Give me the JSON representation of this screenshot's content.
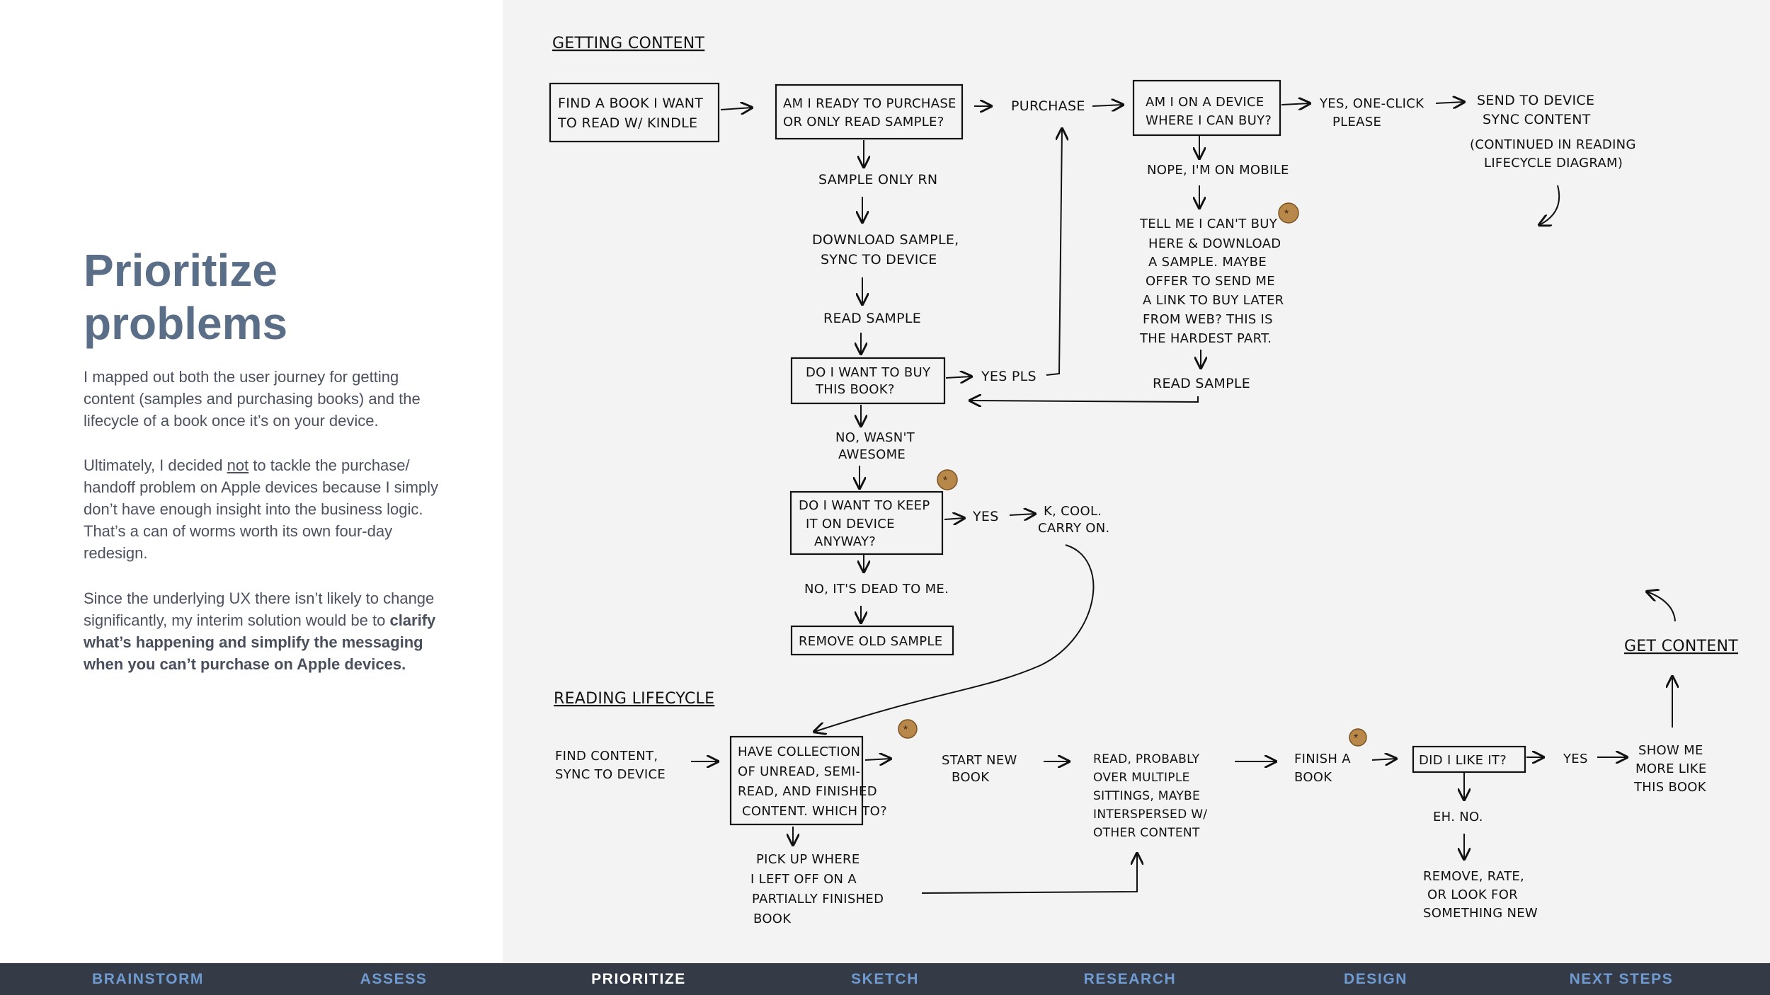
{
  "left": {
    "title": "Prioritize\nproblems",
    "p1": "I mapped out both the user journey for getting content (samples and purchasing books) and the lifecycle of a book once it’s on your device.",
    "p2_a": "Ultimately, I decided ",
    "p2_u": "not",
    "p2_b": " to tackle the purchase/ handoff problem on Apple devices because I simply don’t have enough insight into the business logic. That’s a can of worms worth its own four-day redesign.",
    "p3_a": "Since the underlying UX there isn’t likely to change significantly, my interim solution would be to ",
    "p3_b": "clarify what’s happening and simplify the messaging when you can’t purchase on Apple devices."
  },
  "diagram": {
    "getting_content_heading": "GETTING CONTENT",
    "reading_lifecycle_heading": "READING LIFECYCLE",
    "find_book": [
      "FIND A BOOK I WANT",
      "TO READ W/ KINDLE"
    ],
    "ready_to_purchase": [
      "AM I READY TO PURCHASE",
      "OR ONLY READ SAMPLE?"
    ],
    "purchase": "PURCHASE",
    "am_i_on_device": [
      "AM I ON A DEVICE",
      "WHERE I CAN BUY?"
    ],
    "yes_one_click": [
      "YES, ONE-CLICK",
      "PLEASE"
    ],
    "send_to_device": [
      "SEND TO DEVICE",
      "SYNC CONTENT"
    ],
    "continued": [
      "(CONTINUED IN READING",
      "LIFECYCLE DIAGRAM)"
    ],
    "sample_only": "SAMPLE ONLY RN",
    "download_sample": [
      "DOWNLOAD SAMPLE,",
      "SYNC TO DEVICE"
    ],
    "read_sample": "READ SAMPLE",
    "want_to_buy": [
      "DO I WANT TO BUY",
      "THIS BOOK?"
    ],
    "yes_pls": "YES PLS",
    "nope_mobile": "NOPE, I'M ON MOBILE",
    "tell_me": [
      "TELL ME I CAN'T BUY",
      "HERE & DOWNLOAD",
      "A SAMPLE. MAYBE",
      "OFFER TO SEND ME",
      "A LINK TO BUY LATER",
      "FROM WEB? THIS IS",
      "THE HARDEST PART."
    ],
    "read_sample_2": "READ SAMPLE",
    "no_wasnt": [
      "NO, WASN'T",
      "AWESOME"
    ],
    "keep_on_device": [
      "DO I WANT TO KEEP",
      "IT ON DEVICE",
      "ANYWAY?"
    ],
    "yes": "YES",
    "k_cool": [
      "K, COOL.",
      "CARRY ON."
    ],
    "no_dead": "NO, IT'S DEAD TO ME.",
    "remove_old": "REMOVE OLD SAMPLE",
    "find_content": [
      "FIND CONTENT,",
      "SYNC TO DEVICE"
    ],
    "have_collection": [
      "HAVE COLLECTION",
      "OF UNREAD, SEMI-",
      "READ, AND FINISHED",
      "CONTENT. WHICH TO?"
    ],
    "start_new": [
      "START NEW",
      "BOOK"
    ],
    "read_probably": [
      "READ, PROBABLY",
      "OVER MULTIPLE",
      "SITTINGS, MAYBE",
      "INTERSPERSED W/",
      "OTHER CONTENT"
    ],
    "finish_book": [
      "FINISH A",
      "BOOK"
    ],
    "did_i_like": "DID I LIKE IT?",
    "yes_2": "YES",
    "show_me_more": [
      "SHOW ME",
      "MORE LIKE",
      "THIS BOOK"
    ],
    "get_content": "GET CONTENT",
    "eh_no": "EH. NO.",
    "remove_rate": [
      "REMOVE, RATE,",
      "OR LOOK FOR",
      "SOMETHING NEW"
    ],
    "pick_up": [
      "PICK UP WHERE",
      "I LEFT OFF ON A",
      "PARTIALLY FINISHED",
      "BOOK"
    ],
    "star": "*"
  },
  "nav": {
    "items": [
      {
        "label": "BRAINSTORM"
      },
      {
        "label": "ASSESS"
      },
      {
        "label": "PRIORITIZE"
      },
      {
        "label": "SKETCH"
      },
      {
        "label": "RESEARCH"
      },
      {
        "label": "DESIGN"
      },
      {
        "label": "NEXT STEPS"
      }
    ],
    "active": "PRIORITIZE"
  },
  "colors": {
    "title": "#5b6e87",
    "nav_bg": "#343b47",
    "nav_link": "#6f9bd1",
    "nav_active": "#ffffff",
    "diagram_bg": "#f3f3f3",
    "badge": "#b8874a"
  }
}
